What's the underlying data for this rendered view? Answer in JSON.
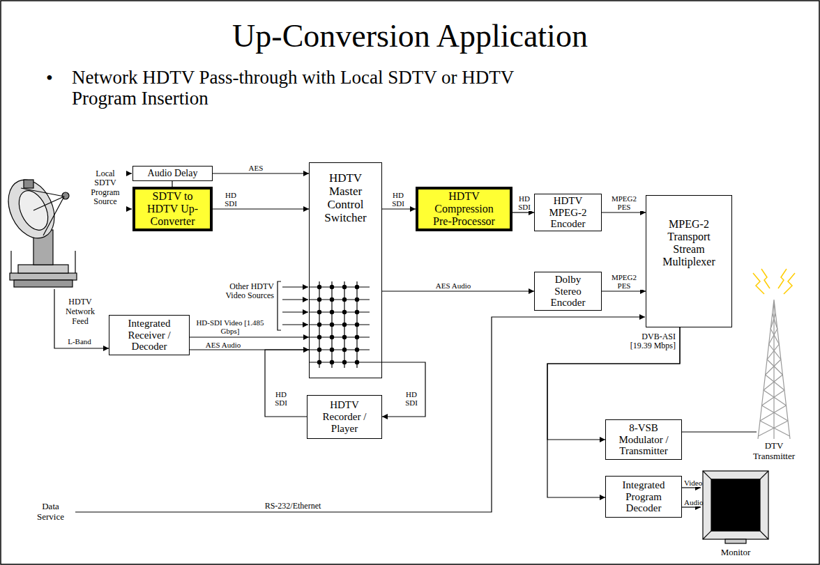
{
  "diagram": {
    "title": "Up-Conversion Application",
    "nodes": [
      {
        "text": [
          "Audio Delay"
        ]
      },
      {
        "text": [
          "SDTV to HDTV Up-Converter"
        ]
      },
      {
        "text": [
          "HDTV Master Control Switcher"
        ]
      },
      {
        "text": [
          "HDTV Compression Pre-Processor"
        ]
      },
      {
        "text": [
          "HDTV MPEG-2 Encoder"
        ]
      },
      {
        "text": [
          "MPEG-2 Transport Stream Multiplexer"
        ]
      },
      {
        "text": [
          "Dolby Stereo Encoder"
        ]
      },
      {
        "text": [
          "Integrated Receiver / Decoder"
        ]
      },
      {
        "text": [
          "HDTV Recorder / Player"
        ]
      },
      {
        "text": [
          "8-VSB Modulator / Transmitter"
        ]
      },
      {
        "text": [
          "Integrated Program Decoder"
        ]
      },
      {
        "text": [
          "Monitor"
        ]
      },
      {
        "text": [
          "DTV Transmitter"
        ]
      },
      {
        "text": [
          "HDTV Network Feed"
        ]
      }
    ],
    "edges": [
      {
        "from": 13,
        "to": 7,
        "arrow": "to",
        "label": "L-Band"
      },
      {
        "from": 0,
        "to": 2,
        "arrow": "to",
        "label": "AES"
      },
      {
        "from": 1,
        "to": 2,
        "arrow": "to",
        "label": "HD SDI"
      },
      {
        "from": 2,
        "to": 3,
        "arrow": "to",
        "label": "HD SDI"
      },
      {
        "from": 3,
        "to": 4,
        "arrow": "to",
        "label": "HD SDI"
      },
      {
        "from": 4,
        "to": 5,
        "arrow": "to",
        "label": "MPEG2 PES"
      },
      {
        "from": 2,
        "to": 6,
        "arrow": "to",
        "label": "AES Audio"
      },
      {
        "from": 6,
        "to": 5,
        "arrow": "to",
        "label": "MPEG2 PES"
      },
      {
        "from": 7,
        "to": 2,
        "arrow": "to",
        "label": "HD-SDI Video [1.485 Gbps]"
      },
      {
        "from": 7,
        "to": 2,
        "arrow": "to",
        "label": "AES Audio"
      },
      {
        "from": 2,
        "to": 8,
        "arrow": "to",
        "label": "HD SDI"
      },
      {
        "from": 8,
        "to": 2,
        "arrow": "to",
        "label": "HD SDI"
      },
      {
        "from": 5,
        "to": 9,
        "arrow": "to"
      },
      {
        "from": 5,
        "to": 10,
        "arrow": "to"
      },
      {
        "from": 9,
        "to": 12,
        "arrow": "none"
      },
      {
        "from": 10,
        "to": 11,
        "arrow": "to",
        "label": "Video"
      },
      {
        "from": 10,
        "to": 11,
        "arrow": "to",
        "label": "Audio"
      }
    ],
    "labels": [
      "•",
      "Network HDTV Pass-through with Local SDTV or HDTV Program Insertion",
      "Local SDTV Program Source",
      "Other HDTV Video Sources",
      "DVB-ASI [19.39 Mbps]",
      "Data Service",
      "RS-232/Ethernet"
    ]
  }
}
